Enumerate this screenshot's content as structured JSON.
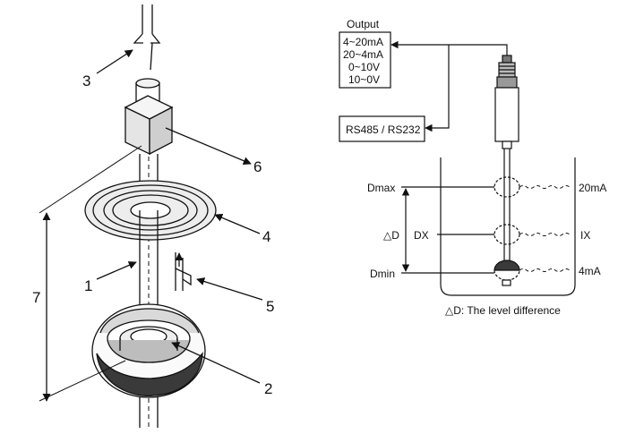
{
  "left_diagram": {
    "callouts": [
      "1",
      "2",
      "3",
      "4",
      "5",
      "6",
      "7"
    ]
  },
  "right_diagram": {
    "output_box": {
      "title": "Output",
      "lines": [
        "4~20mA",
        "20~4mA",
        "0~10V",
        "10~0V"
      ]
    },
    "rs_box": "RS485 / RS232",
    "levels": {
      "dmax": "Dmax",
      "delta_d": "△D",
      "dx": "DX",
      "dmin": "Dmin"
    },
    "readings": {
      "top": "20mA",
      "middle": "IX",
      "bottom": "4mA"
    },
    "caption": "△D: The level difference"
  },
  "colors": {
    "line": "#111111",
    "ring_fill": "#e6e6e6",
    "float_dark": "#3a3a3a",
    "float_light": "#d9d9d9"
  }
}
